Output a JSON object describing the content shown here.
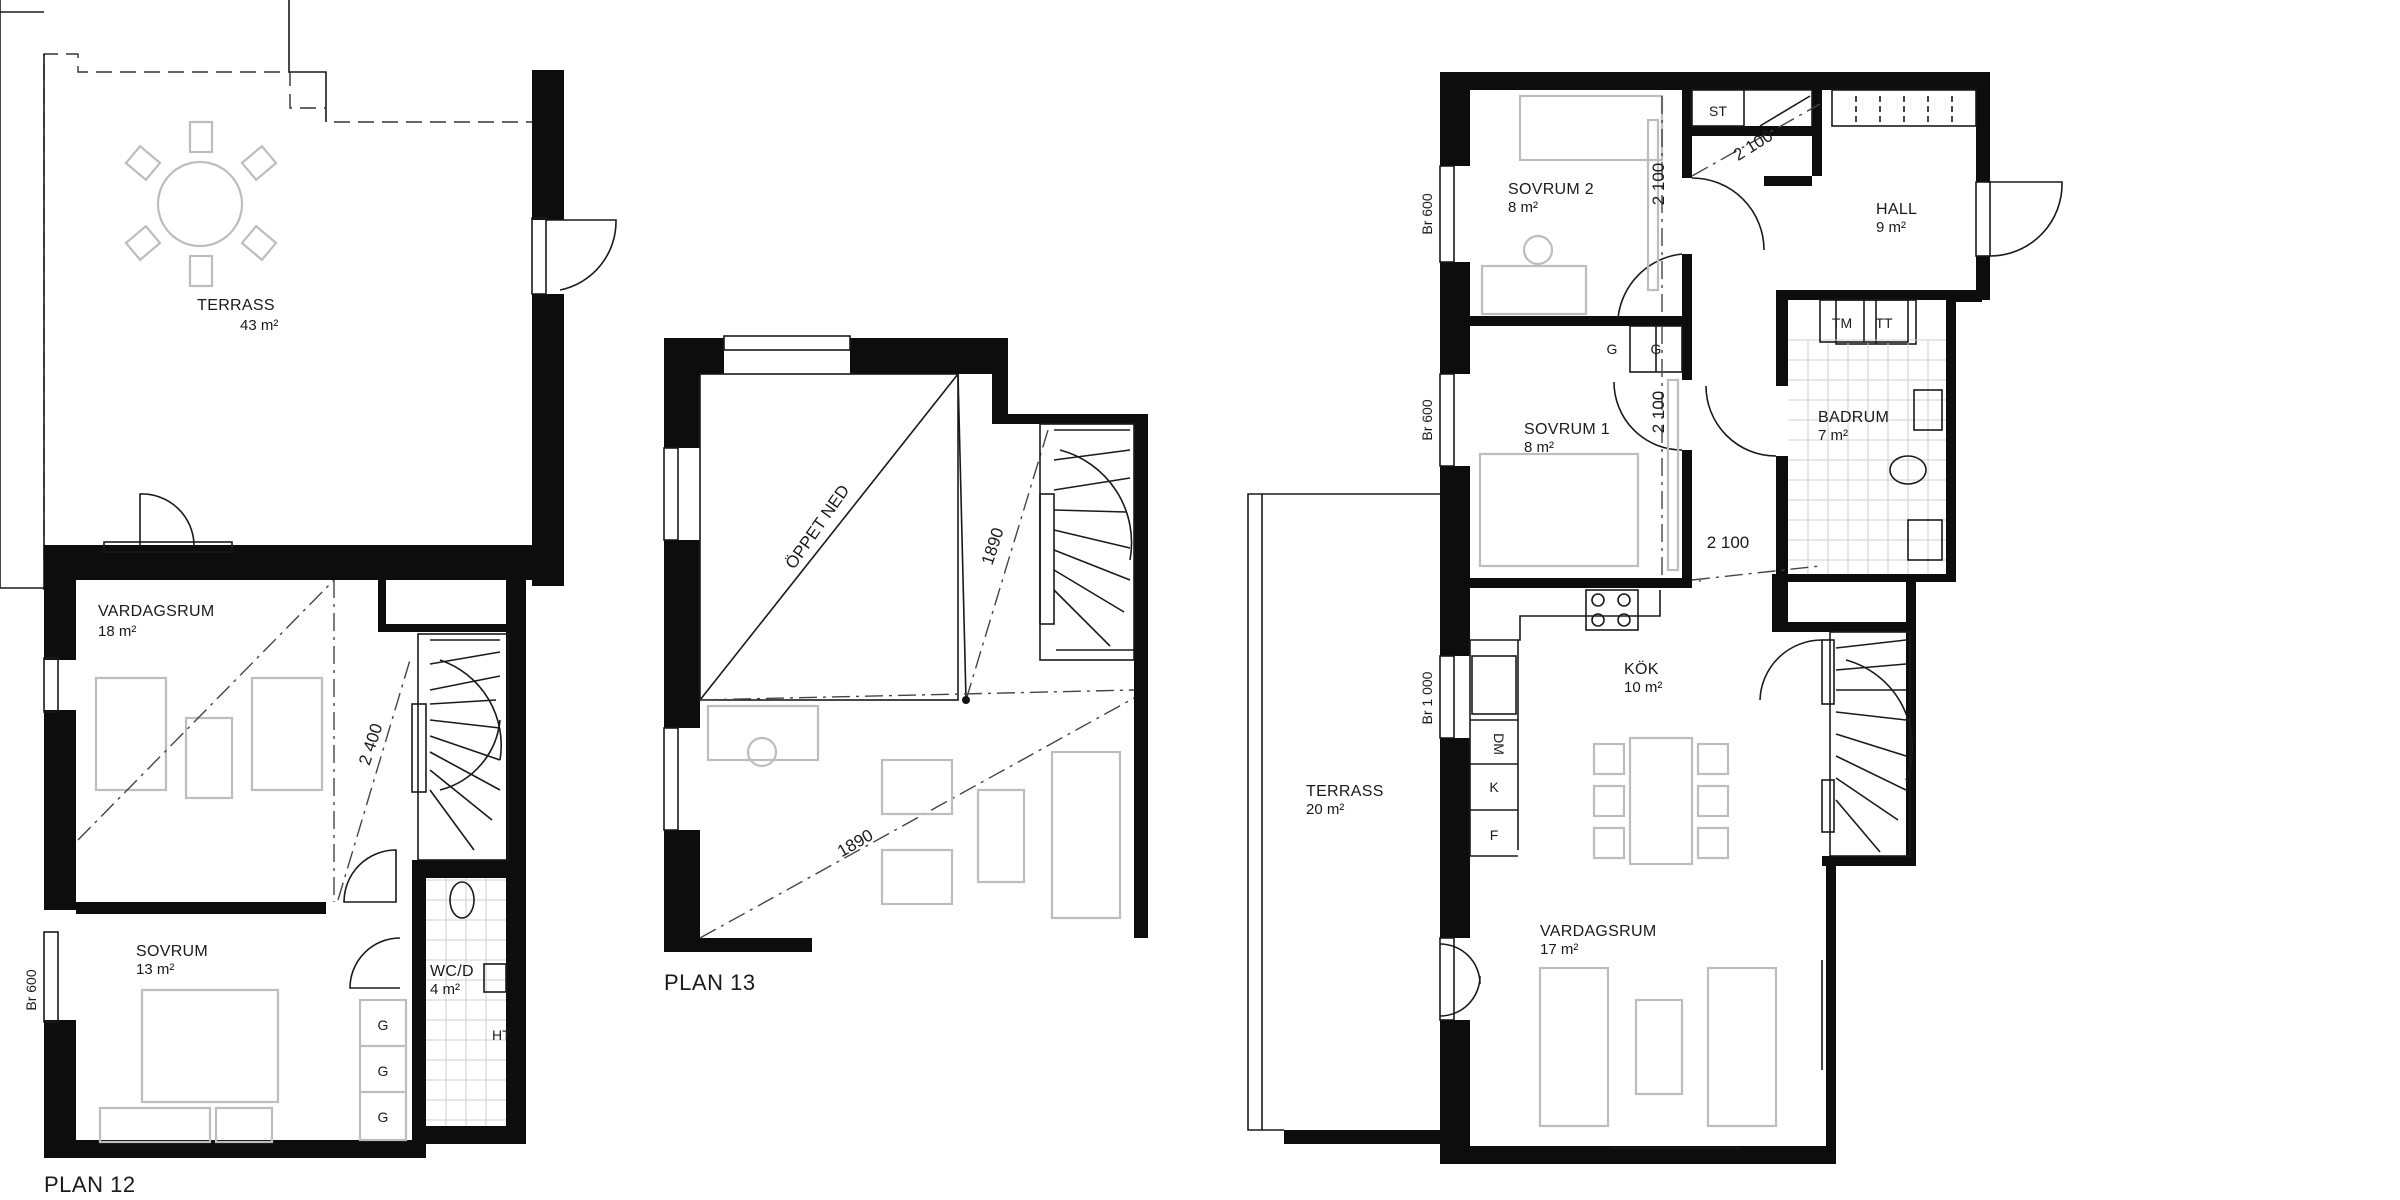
{
  "plan12": {
    "title": "PLAN 12",
    "terrace": {
      "name": "TERRASS",
      "area": "43 m²"
    },
    "living": {
      "name": "VARDAGSRUM",
      "area": "18 m²"
    },
    "bedroom": {
      "name": "SOVRUM",
      "area": "13 m²"
    },
    "wc": {
      "name": "WC/D",
      "area": "4 m²"
    },
    "ht": "HT",
    "dim_2400": "2 400",
    "window_br600": "Br 600",
    "wardrobe": "G"
  },
  "plan13": {
    "title": "PLAN 13",
    "open_below": "ÖPPET NED",
    "dim_1890_a": "1890",
    "dim_1890_b": "1890"
  },
  "plan_right": {
    "bedroom2": {
      "name": "SOVRUM 2",
      "area": "8 m²"
    },
    "bedroom1": {
      "name": "SOVRUM 1",
      "area": "8 m²"
    },
    "hall": {
      "name": "HALL",
      "area": "9 m²"
    },
    "bath": {
      "name": "BADRUM",
      "area": "7 m²"
    },
    "kitchen": {
      "name": "KÖK",
      "area": "10 m²"
    },
    "living": {
      "name": "VARDAGSRUM",
      "area": "17 m²"
    },
    "terrace": {
      "name": "TERRASS",
      "area": "20 m²"
    },
    "st": "ST",
    "tm": "TM",
    "tt": "TT",
    "g": "G",
    "dm": "DM",
    "k": "K",
    "f": "F",
    "dim_2100": "2 100",
    "br600": "Br 600",
    "br1000": "Br 1 000"
  }
}
